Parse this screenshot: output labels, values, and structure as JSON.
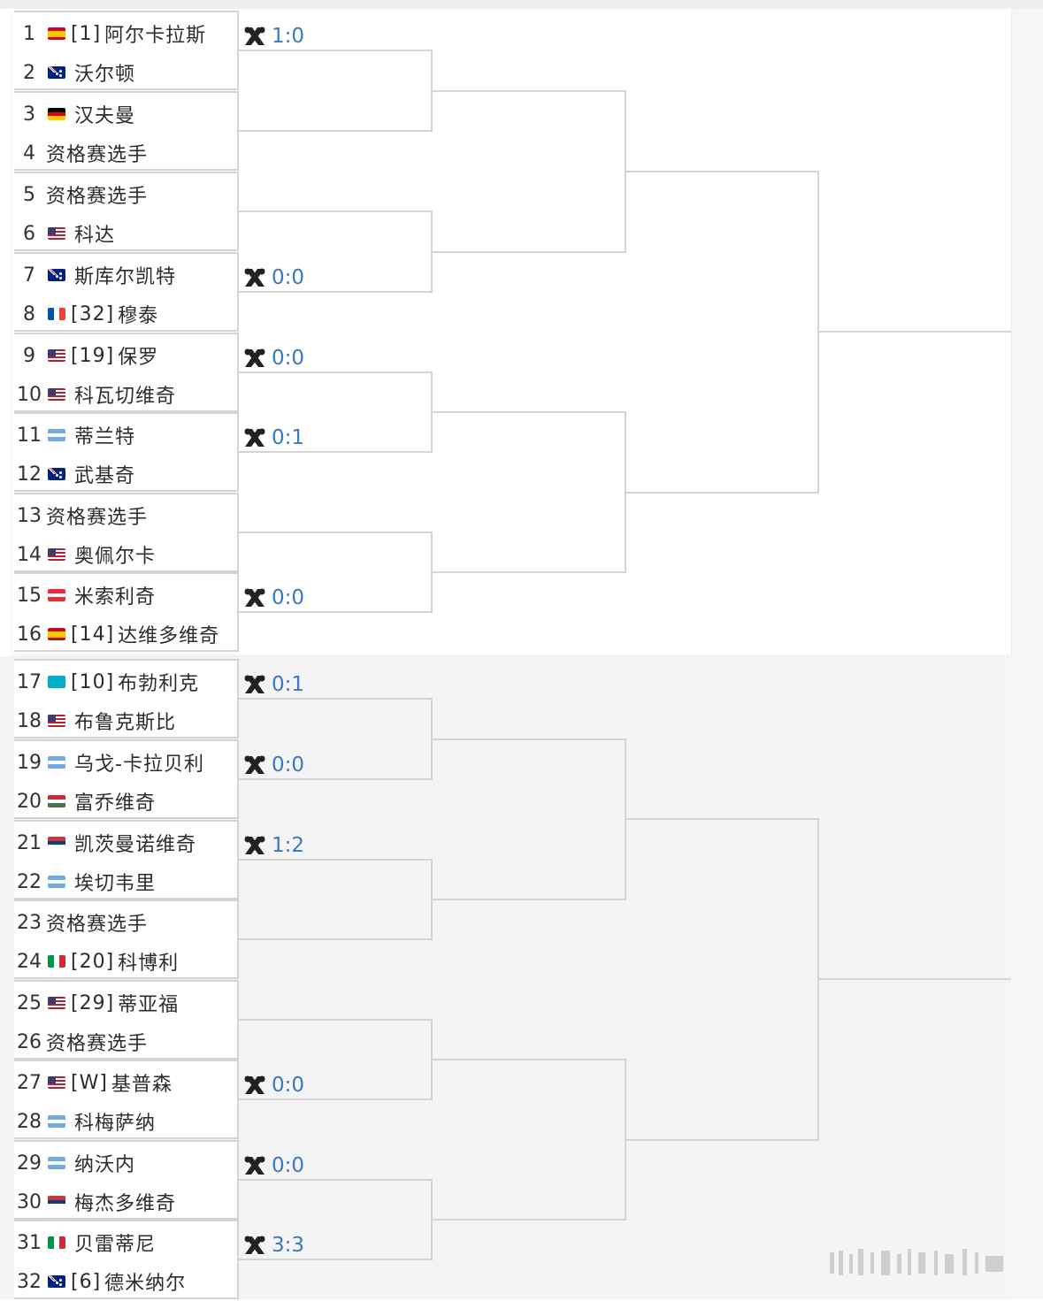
{
  "bracket": {
    "entries": [
      {
        "num": "1",
        "flag": "es",
        "seed": "[1]",
        "name": "阿尔卡拉斯"
      },
      {
        "num": "2",
        "flag": "au",
        "seed": "",
        "name": "沃尔顿"
      },
      {
        "num": "3",
        "flag": "de",
        "seed": "",
        "name": "汉夫曼"
      },
      {
        "num": "4",
        "flag": "",
        "seed": "",
        "name": "资格赛选手"
      },
      {
        "num": "5",
        "flag": "",
        "seed": "",
        "name": "资格赛选手"
      },
      {
        "num": "6",
        "flag": "us",
        "seed": "",
        "name": "科达"
      },
      {
        "num": "7",
        "flag": "au",
        "seed": "",
        "name": "斯库尔凯特"
      },
      {
        "num": "8",
        "flag": "fr",
        "seed": "[32]",
        "name": "穆泰"
      },
      {
        "num": "9",
        "flag": "us",
        "seed": "[19]",
        "name": "保罗"
      },
      {
        "num": "10",
        "flag": "us",
        "seed": "",
        "name": "科瓦切维奇"
      },
      {
        "num": "11",
        "flag": "ar",
        "seed": "",
        "name": "蒂兰特"
      },
      {
        "num": "12",
        "flag": "au",
        "seed": "",
        "name": "武基奇"
      },
      {
        "num": "13",
        "flag": "",
        "seed": "",
        "name": "资格赛选手"
      },
      {
        "num": "14",
        "flag": "us",
        "seed": "",
        "name": "奥佩尔卡"
      },
      {
        "num": "15",
        "flag": "at",
        "seed": "",
        "name": "米索利奇"
      },
      {
        "num": "16",
        "flag": "es",
        "seed": "[14]",
        "name": "达维多维奇"
      },
      {
        "num": "17",
        "flag": "kz",
        "seed": "[10]",
        "name": "布勃利克"
      },
      {
        "num": "18",
        "flag": "us",
        "seed": "",
        "name": "布鲁克斯比"
      },
      {
        "num": "19",
        "flag": "ar",
        "seed": "",
        "name": "乌戈-卡拉贝利"
      },
      {
        "num": "20",
        "flag": "hu",
        "seed": "",
        "name": "富乔维奇"
      },
      {
        "num": "21",
        "flag": "rs",
        "seed": "",
        "name": "凯茨曼诺维奇"
      },
      {
        "num": "22",
        "flag": "ar",
        "seed": "",
        "name": "埃切韦里"
      },
      {
        "num": "23",
        "flag": "",
        "seed": "",
        "name": "资格赛选手"
      },
      {
        "num": "24",
        "flag": "it",
        "seed": "[20]",
        "name": "科博利"
      },
      {
        "num": "25",
        "flag": "us",
        "seed": "[29]",
        "name": "蒂亚福"
      },
      {
        "num": "26",
        "flag": "",
        "seed": "",
        "name": "资格赛选手"
      },
      {
        "num": "27",
        "flag": "us",
        "seed": "[W]",
        "name": "基普森"
      },
      {
        "num": "28",
        "flag": "ar",
        "seed": "",
        "name": "科梅萨纳"
      },
      {
        "num": "29",
        "flag": "ar",
        "seed": "",
        "name": "纳沃内"
      },
      {
        "num": "30",
        "flag": "rs",
        "seed": "",
        "name": "梅杰多维奇"
      },
      {
        "num": "31",
        "flag": "it",
        "seed": "",
        "name": "贝雷蒂尼"
      },
      {
        "num": "32",
        "flag": "au",
        "seed": "[6]",
        "name": "德米纳尔"
      }
    ],
    "head_to_head": [
      {
        "match": 1,
        "score": "1:0"
      },
      {
        "match": 4,
        "score": "0:0"
      },
      {
        "match": 5,
        "score": "0:0"
      },
      {
        "match": 6,
        "score": "0:1"
      },
      {
        "match": 8,
        "score": "0:0"
      },
      {
        "match": 9,
        "score": "0:1"
      },
      {
        "match": 10,
        "score": "0:0"
      },
      {
        "match": 11,
        "score": "1:2"
      },
      {
        "match": 14,
        "score": "0:0"
      },
      {
        "match": 15,
        "score": "0:0"
      },
      {
        "match": 16,
        "score": "3:3"
      }
    ],
    "h2h_icon": "crossed-rackets-icon",
    "colors": {
      "score": "#3a78c2",
      "line": "#d4d4d4",
      "text": "#2c2c2c"
    }
  }
}
